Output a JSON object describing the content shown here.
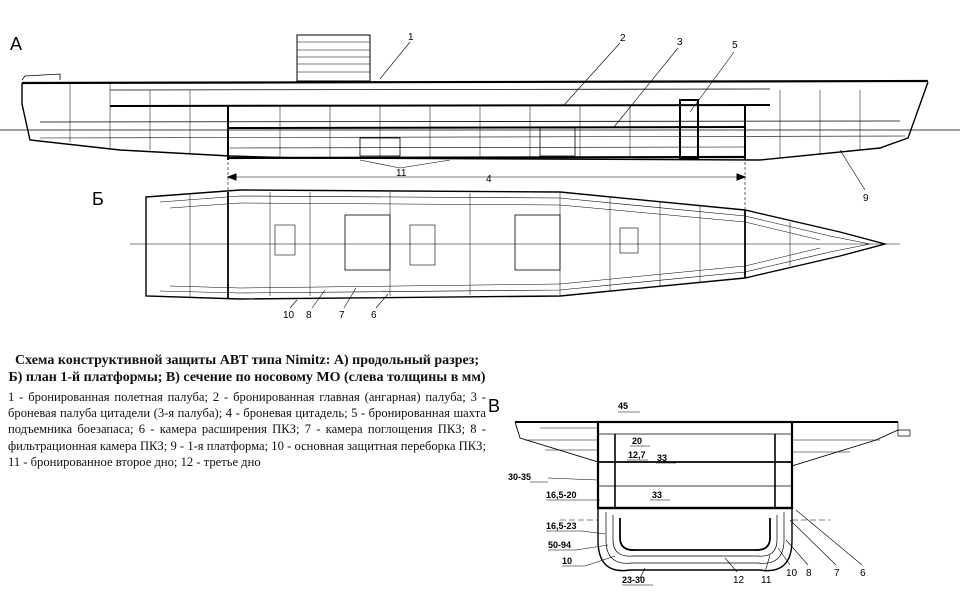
{
  "panels": {
    "a": "А",
    "b": "Б",
    "v": "В"
  },
  "profile_callouts": [
    "1",
    "2",
    "3",
    "5",
    "11",
    "4",
    "9"
  ],
  "plan_callouts": [
    "10",
    "8",
    "7",
    "6"
  ],
  "section_thickness": [
    "45",
    "20",
    "12,7",
    "33",
    "30-35",
    "16,5-20",
    "33",
    "16,5-23",
    "50-94",
    "10",
    "23-30"
  ],
  "section_callouts": [
    "12",
    "11",
    "10",
    "8",
    "7",
    "6"
  ],
  "caption": {
    "title": "Схема конструктивной защиты АВТ типа Nimitz: А) продольный разрез; Б) план 1-й платформы; В) сечение по носовому МО (слева толщины в мм)",
    "body": "1 - бронированная полетная палуба; 2 - бронированная главная (ангарная) палуба; 3 - броневая палуба цитадели (3-я палуба); 4 - броневая цитадель; 5 - бронированная шахта подъемника боезапаса; 6 - камера расширения ПКЗ; 7 - камера поглощения ПКЗ; 8 - фильтрационная камера ПКЗ; 9 - 1-я платформа; 10 - основная защитная переборка ПКЗ; 11 - бронированное второе дно; 12 - третье дно"
  }
}
